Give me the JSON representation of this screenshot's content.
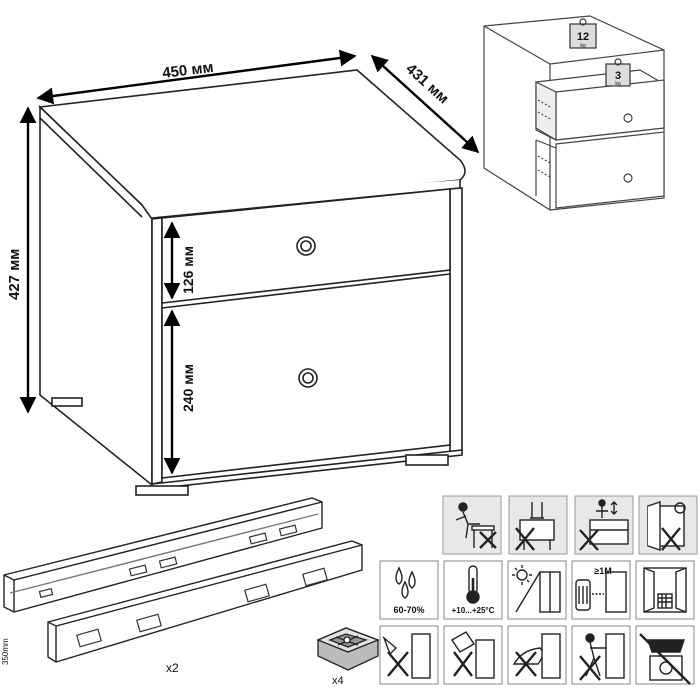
{
  "dimensions": {
    "width": "450 мм",
    "depth": "431 мм",
    "height": "427 мм",
    "top_drawer": "126 мм",
    "bottom_drawer": "240 мм"
  },
  "load": {
    "top_weight": "12",
    "drawer_weight": "3",
    "unit": "kg"
  },
  "rails": {
    "length": "350mm",
    "count": "x2"
  },
  "feet": {
    "count": "x4"
  },
  "care": {
    "humidity": "60-70%",
    "temperature": "+10...+25°C",
    "distance": "≥1M"
  },
  "icons": [
    "do-not-sit-icon",
    "do-not-stand-icon",
    "do-not-overload-icon",
    "door-opening-icon",
    "humidity-icon",
    "thermometer-icon",
    "no-sunlight-icon",
    "heater-distance-icon",
    "window-icon",
    "no-cutting-icon",
    "no-water-icon",
    "no-chemicals-icon",
    "no-pushing-icon",
    "no-dishwasher-icon"
  ]
}
